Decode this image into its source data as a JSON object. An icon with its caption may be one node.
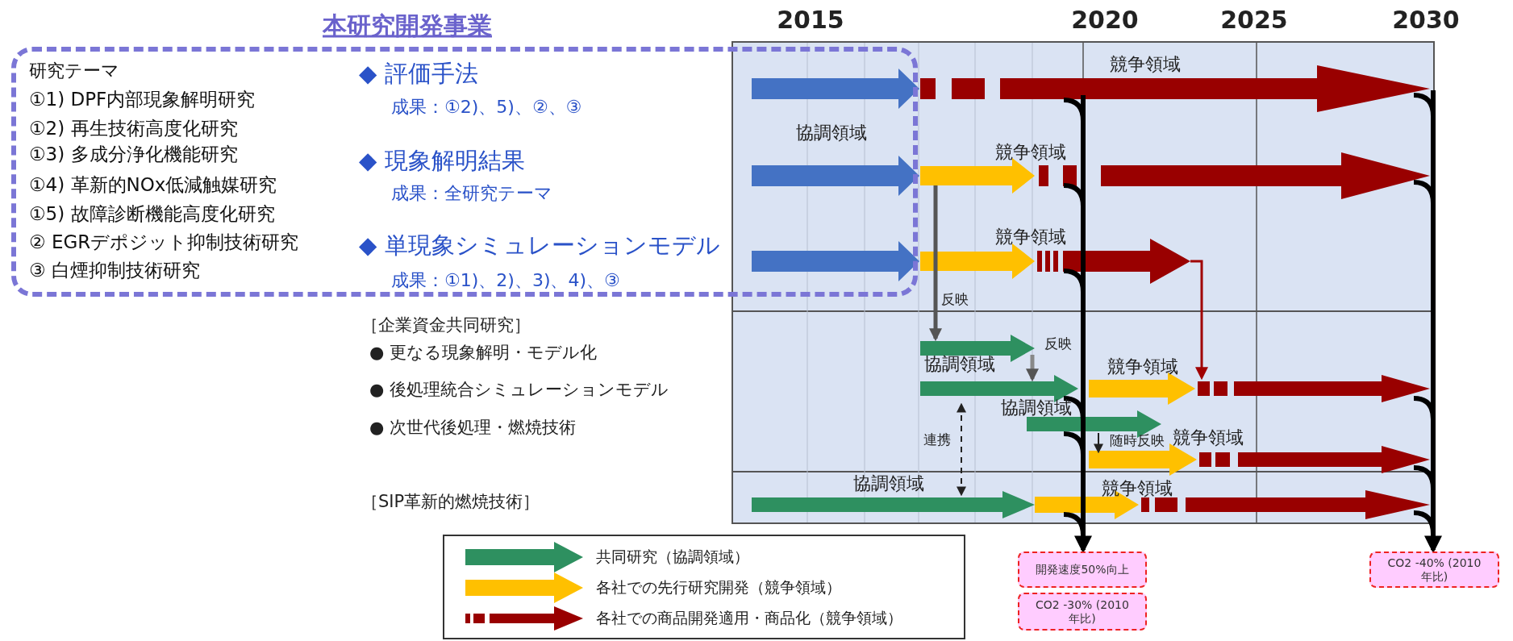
{
  "diagram": {
    "nodes": [
      {
        "text": [
          "本研究開発事業",
          "研究テーマ",
          "①1) DPF内部現象解明研究",
          "①2) 再生技術高度化研究",
          "①3) 多成分浄化機能研究",
          "①4) 革新的NOx低減触媒研究",
          "①5) 故障診断機能高度化研究",
          "② EGRデポジット抑制技術研究",
          "③ 白煙抑制技術研究",
          "◆ 評価手法",
          "成果：①2)、5)、②、③",
          "◆ 現象解明結果",
          "成果：全研究テーマ",
          "◆ 単現象シミュレーションモデル",
          "成果：①1)、2)、3)、4)、③"
        ]
      },
      {
        "text": [
          "開発速度50%向上"
        ]
      },
      {
        "text": [
          "CO2 -30% (2010年比)"
        ]
      },
      {
        "text": [
          "CO2 -40% (2010年比)"
        ]
      }
    ],
    "edges": [
      {
        "from": null,
        "to": 1,
        "arrow": "to"
      },
      {
        "from": null,
        "to": 3,
        "arrow": "to"
      }
    ],
    "labels": [
      "2015",
      "2020",
      "2025",
      "2030",
      "競争領域",
      "協調領域",
      "競争領域",
      "競争領域",
      "反映",
      "［企業資金共同研究］",
      "反映",
      "● 更なる現象解明・モデル化",
      "協調領域",
      "競争領域",
      "● 後処理統合シミュレーションモデル",
      "協調領域",
      "● 次世代後処理・燃焼技術",
      "連携",
      "随時反映",
      "競争領域",
      "協調領域",
      "競争領域",
      "［SIP革新的燃焼技術］"
    ],
    "legend": [
      {
        "text": "共同研究（協調領域）"
      },
      {
        "text": "各社での先行研究開発（競争領域）"
      },
      {
        "text": "各社での商品開発適用・商品化（競争領域）"
      }
    ]
  }
}
